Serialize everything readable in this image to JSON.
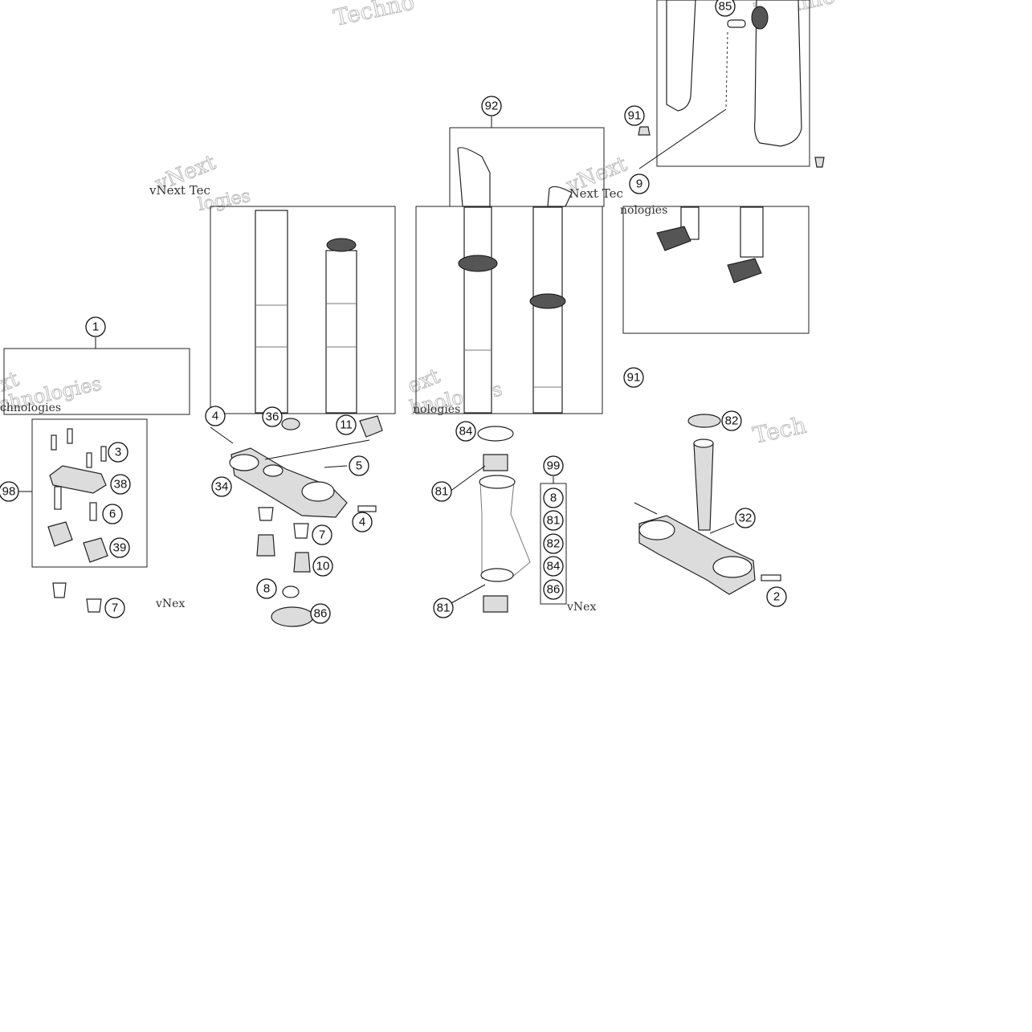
{
  "watermark": {
    "brand": "vNext",
    "brand_tech": "vNext Tec",
    "brand_tech_2": "vNext Tec",
    "tail": "chnologies",
    "tail_2": "hnologies",
    "tail_3": "logies",
    "tail_4": "nologies",
    "tail_5": "nologies",
    "techno": "Techno",
    "techno_2": "Techno",
    "tech": "Tech",
    "ext": "xt",
    "ext_2": "ext",
    "vnex": "vNex",
    "vnex_2": "vNex"
  },
  "callouts": [
    {
      "label": "85"
    },
    {
      "label": "92"
    },
    {
      "label": "91"
    },
    {
      "label": "9"
    },
    {
      "label": "1"
    },
    {
      "label": "91"
    },
    {
      "label": "4"
    },
    {
      "label": "36"
    },
    {
      "label": "11"
    },
    {
      "label": "5"
    },
    {
      "label": "34"
    },
    {
      "label": "4"
    },
    {
      "label": "7"
    },
    {
      "label": "10"
    },
    {
      "label": "8"
    },
    {
      "label": "86"
    },
    {
      "label": "3"
    },
    {
      "label": "38"
    },
    {
      "label": "98"
    },
    {
      "label": "6"
    },
    {
      "label": "39"
    },
    {
      "label": "7"
    },
    {
      "label": "84"
    },
    {
      "label": "99"
    },
    {
      "label": "81"
    },
    {
      "label": "8"
    },
    {
      "label": "81"
    },
    {
      "label": "82"
    },
    {
      "label": "84"
    },
    {
      "label": "86"
    },
    {
      "label": "81"
    },
    {
      "label": "82"
    },
    {
      "label": "32"
    },
    {
      "label": "2"
    }
  ]
}
